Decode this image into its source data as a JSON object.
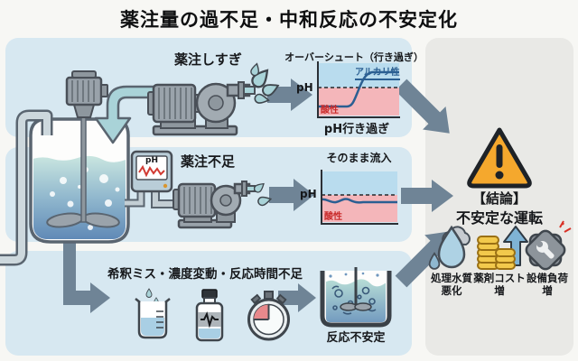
{
  "diagram": {
    "title": "薬注量の過不足・中和反応の不安定化"
  },
  "sections": {
    "overdose": {
      "pump_label": "薬注しすぎ",
      "chart": {
        "type": "line",
        "title": "オーバーシュート（行き過ぎ）",
        "y_axis": "pH",
        "upper_zone": "アルカリ性",
        "lower_zone": "酸性",
        "caption": "pH行き過ぎ",
        "threshold_dashed_line": 0.47,
        "line_shape_normalized": [
          [
            0,
            0.82
          ],
          [
            0.35,
            0.82
          ],
          [
            0.55,
            0.2
          ],
          [
            1.0,
            0.2
          ]
        ]
      }
    },
    "underdose": {
      "pump_label": "薬注不足",
      "chart": {
        "type": "line",
        "title": "そのまま流入",
        "y_axis": "pH",
        "lower_zone": "酸性",
        "threshold_dashed_line": 0.45,
        "line_shape_normalized": [
          [
            0,
            0.53
          ],
          [
            0.2,
            0.58
          ],
          [
            0.35,
            0.52
          ],
          [
            0.5,
            0.58
          ],
          [
            1.0,
            0.57
          ]
        ]
      }
    },
    "variability": {
      "label": "希釈ミス・濃度変動・反応時間不足",
      "icons": [
        "dilution-beaker",
        "reagent-bottle",
        "stopwatch"
      ],
      "tank_caption": "反応不安定"
    }
  },
  "tank": {
    "ph_meter_label": "pH"
  },
  "conclusion": {
    "heading": "【結論】",
    "text": "不安定な運転",
    "impacts": [
      {
        "icon": "water-quality-drop",
        "line1": "処理水質",
        "line2": "悪化"
      },
      {
        "icon": "chemical-cost-coins",
        "line1": "薬剤コスト",
        "line2": "増"
      },
      {
        "icon": "equipment-load-gear",
        "line1": "設備負荷",
        "line2": "増"
      }
    ]
  },
  "colors": {
    "background": "#f7f7f4",
    "panel_blue": "#d7e8f1",
    "panel_gray": "#e9e9e6",
    "arrow_slate": "#6f8496",
    "machine_gray": "#9aa3ab",
    "outline_dark": "#454d55",
    "liquid_teal": "#a9d3d8",
    "chart_alkaline_blue": "#b9dcee",
    "chart_acid_pink": "#f4b6ba",
    "chart_line_blue": "#2b5f92",
    "acid_text_red": "#c92b2b",
    "warning_orange": "#f5a82d",
    "coin_yellow": "#f2c94c",
    "cost_arrow_blue": "#7fb3d5"
  }
}
